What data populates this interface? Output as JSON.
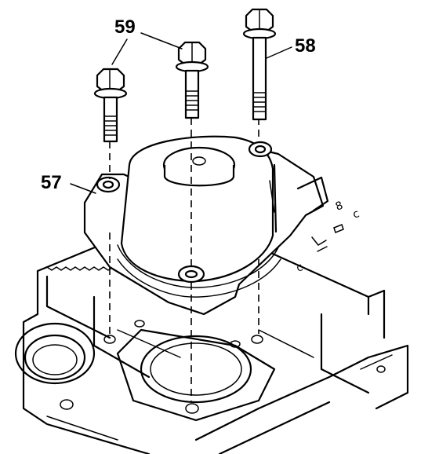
{
  "callouts": [
    {
      "id": "57",
      "label": "57"
    },
    {
      "id": "58",
      "label": "58"
    },
    {
      "id": "59",
      "label": "59"
    }
  ],
  "cover_markings": [
    "8",
    "c",
    "c"
  ],
  "colors": {
    "ink": "#000000",
    "paper": "#ffffff"
  }
}
